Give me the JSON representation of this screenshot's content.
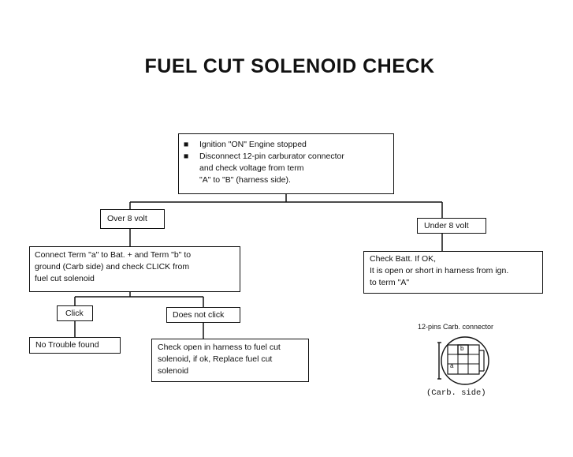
{
  "diagram": {
    "title": "FUEL CUT SOLENOID CHECK",
    "start_box": {
      "line1": "Ignition \"ON\" Engine stopped",
      "line2": "Disconnect 12-pin carburator connector",
      "line3": "and check voltage from term",
      "line4": "\"A\" to \"B\" (harness side).",
      "bullet1": "■",
      "bullet2": "■"
    },
    "over_label": "Over 8 volt",
    "under_label": "Under 8 volt",
    "connect_box": {
      "line1": "Connect Term \"a\" to Bat. + and Term \"b\" to",
      "line2": "ground (Carb side) and check CLICK from",
      "line3": "fuel cut solenoid"
    },
    "check_batt_box": {
      "line1": "Check Batt.  If OK,",
      "line2": "It is open or short in harness from ign.",
      "line3": "to term \"A\""
    },
    "click_label": "Click",
    "no_click_label": "Does not click",
    "no_trouble_box": "No Trouble found",
    "check_open_box": {
      "line1": "Check open in harness to fuel cut",
      "line2": "solenoid, if ok, Replace fuel cut",
      "line3": "solenoid"
    },
    "connector": {
      "title": "12-pins Carb. connector",
      "caption": "(Carb. side)",
      "pin_b": "b",
      "pin_a": "a"
    }
  }
}
